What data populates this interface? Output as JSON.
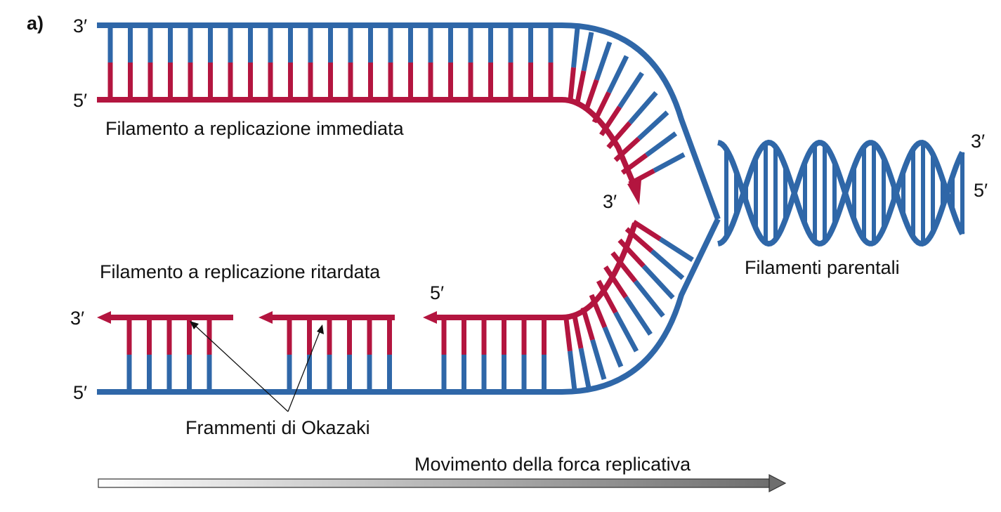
{
  "panel_label": "a)",
  "colors": {
    "parental_strand": "#2f67a8",
    "new_strand": "#b3153f",
    "arrow_gradient_start": "#ffffff",
    "arrow_gradient_end": "#6e6e6e",
    "annotation_line": "#111111"
  },
  "labels": {
    "leading_strand": "Filamento a replicazione immediata",
    "lagging_strand": "Filamento a replicazione ritardata",
    "parental_strands": "Filamenti parentali",
    "okazaki_fragments": "Frammenti di Okazaki",
    "fork_movement": "Movimento della forca replicativa"
  },
  "ends": {
    "top_parental_left": "3′",
    "top_new_left": "5′",
    "leading_tip": "3′",
    "lagging_primer_start": "5′",
    "lagging_new_left": "3′",
    "bottom_parental_left": "5′",
    "helix_right_top": "3′",
    "helix_right_bottom": "5′"
  },
  "okazaki_fragment_count": 3
}
